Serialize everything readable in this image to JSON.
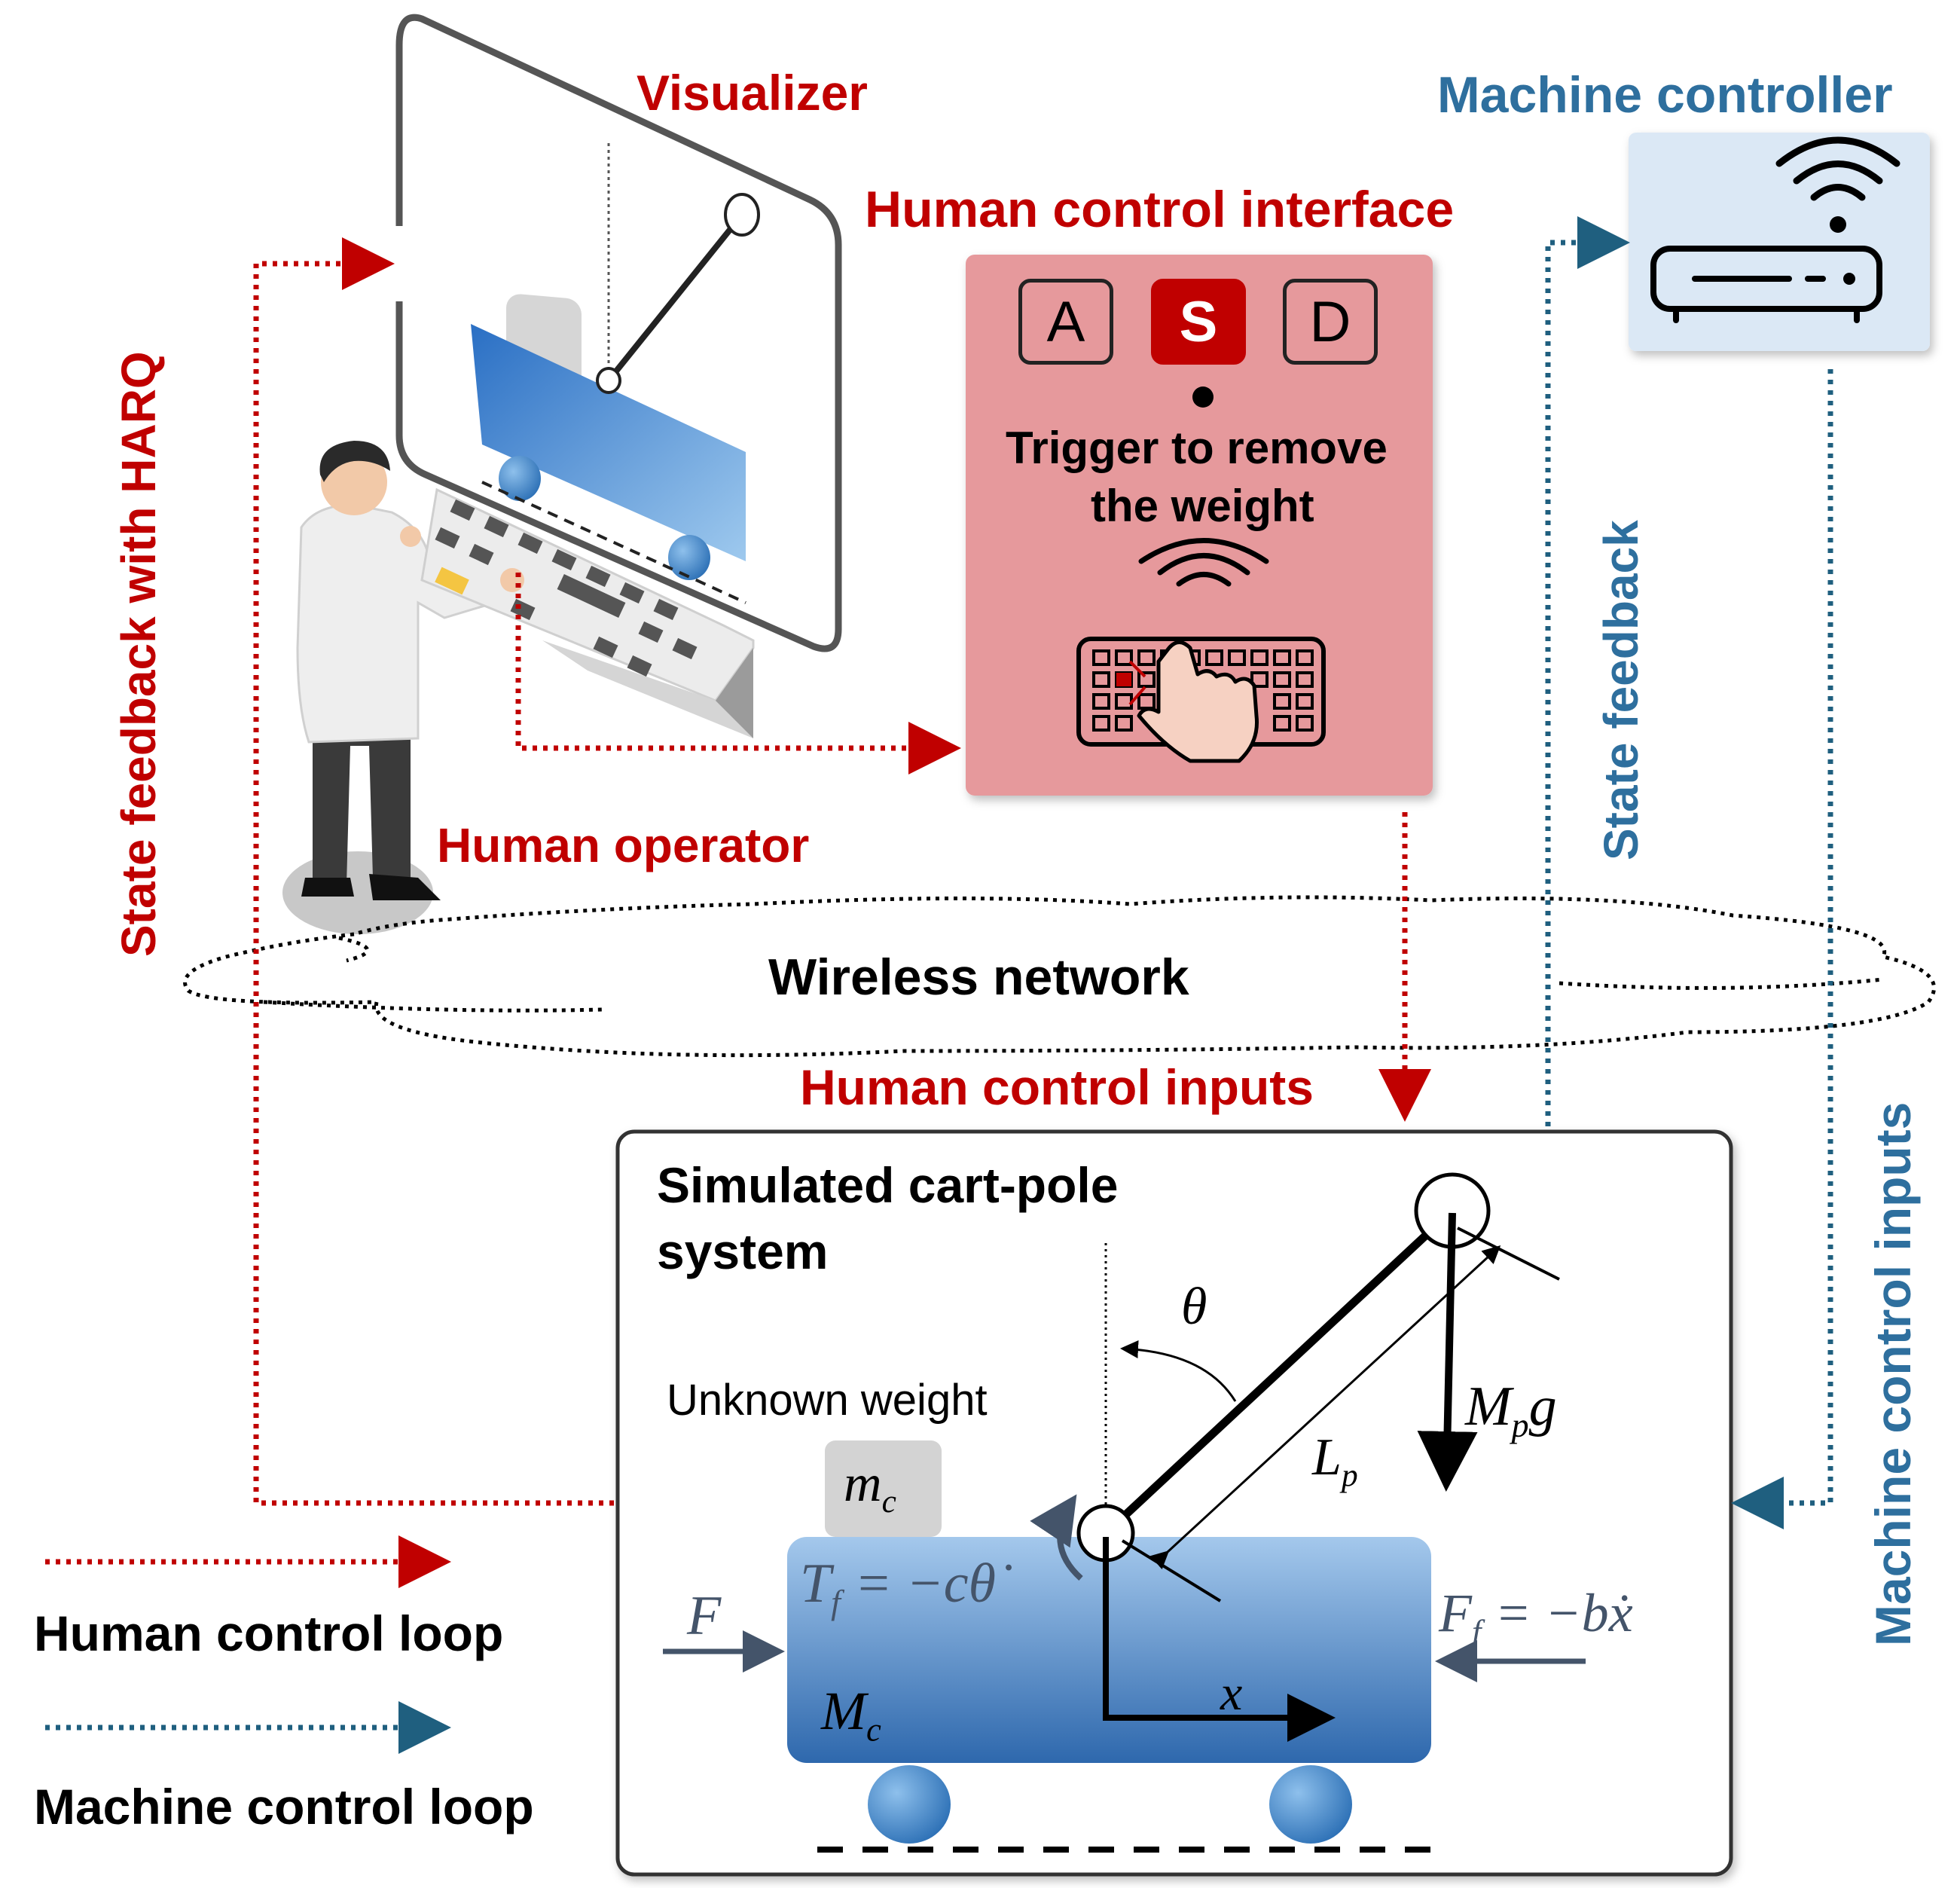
{
  "labels": {
    "visualizer": "Visualizer",
    "human_control_interface": "Human control interface",
    "machine_controller": "Machine controller",
    "human_operator": "Human operator",
    "wireless_network": "Wireless network",
    "human_control_inputs": "Human control inputs",
    "state_feedback_harq": "State feedback with HARQ",
    "state_feedback": "State feedback",
    "machine_control_inputs": "Machine control inputs",
    "trigger_line1": "Trigger to remove",
    "trigger_line2": "the weight",
    "sim_title_line1": "Simulated cart-pole",
    "sim_title_line2": "system",
    "unknown_weight": "Unknown weight"
  },
  "keys": [
    "A",
    "S",
    "D"
  ],
  "active_key": "S",
  "legend": {
    "human_loop": "Human control loop",
    "machine_loop": "Machine control loop"
  },
  "math": {
    "theta": "θ",
    "mc": "m",
    "mc_sub": "c",
    "Mc": "M",
    "Mc_sub": "c",
    "F": "F",
    "x": "x",
    "Lp": "L",
    "Lp_sub": "p",
    "Mpg_M": "M",
    "Mpg_sub": "p",
    "Mpg_g": "g",
    "Tf": "T",
    "Tf_sub": "f",
    "Tf_rhs": "= −cθ̇",
    "Ff": "F",
    "Ff_sub": "f",
    "Ff_rhs": "= −bẋ"
  },
  "colors": {
    "human_loop": "#c00000",
    "machine_loop": "#1f5f7f",
    "interface_bg": "#e6999c",
    "controller_bg": "#dbe8f5",
    "cart_top": "#9cc3ea",
    "cart_bottom": "#2f6db4"
  },
  "icons": [
    "wifi-router-icon",
    "keyboard-press-icon",
    "wireless-signal-icon",
    "operator-figure",
    "control-console"
  ]
}
